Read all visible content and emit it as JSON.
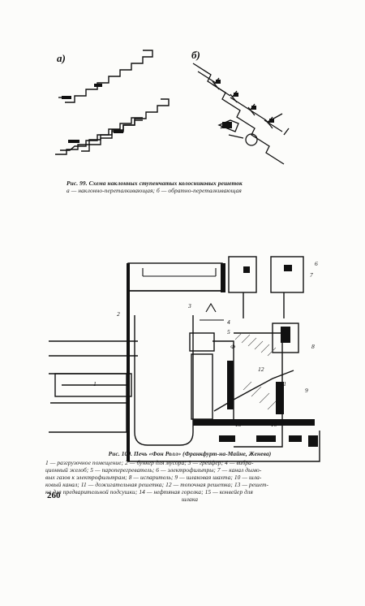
{
  "fig99": {
    "label_a": "а)",
    "label_b": "б)",
    "caption_line1": "Рис. 99. Схема наклонных ступенчатых колосниковых решеток",
    "caption_line2": "а — наклонно-переталкивающая; б — обратно-переталкивающая"
  },
  "fig100": {
    "callouts": {
      "n1": "1",
      "n2": "2",
      "n3": "3",
      "n4": "4",
      "n5": "5",
      "n6": "6",
      "n7": "7",
      "n8": "8",
      "n9": "9",
      "n10": "10",
      "n11": "11",
      "n12": "12",
      "n13": "13",
      "n14": "Ф"
    },
    "caption_title": "Рис. 100. Печь «Фон Ролл» (Франкфурт-на-Майне, Женева)",
    "legend_line1": "1 — разгрузочное помещение; 2 — бункер для мусора; 3 — грейфер; 4 — вибра-",
    "legend_line2": "ционный желоб; 5 — пароперегреватель; 6 — электрофильтры; 7 — канал дымо-",
    "legend_line3": "вых газов к электрофильтрам; 8 — испаритель; 9 — шлаковая шахта; 10 — шла-",
    "legend_line4": "ковый канал; 11 — дожигательная решетка; 12 — топочная решетка; 13 — решет-",
    "legend_line5": "ка для предварительной подсушки; 14 — нефтяная горелка; 15 — конвейер для",
    "legend_line6": "шлака"
  },
  "page_number": "260"
}
